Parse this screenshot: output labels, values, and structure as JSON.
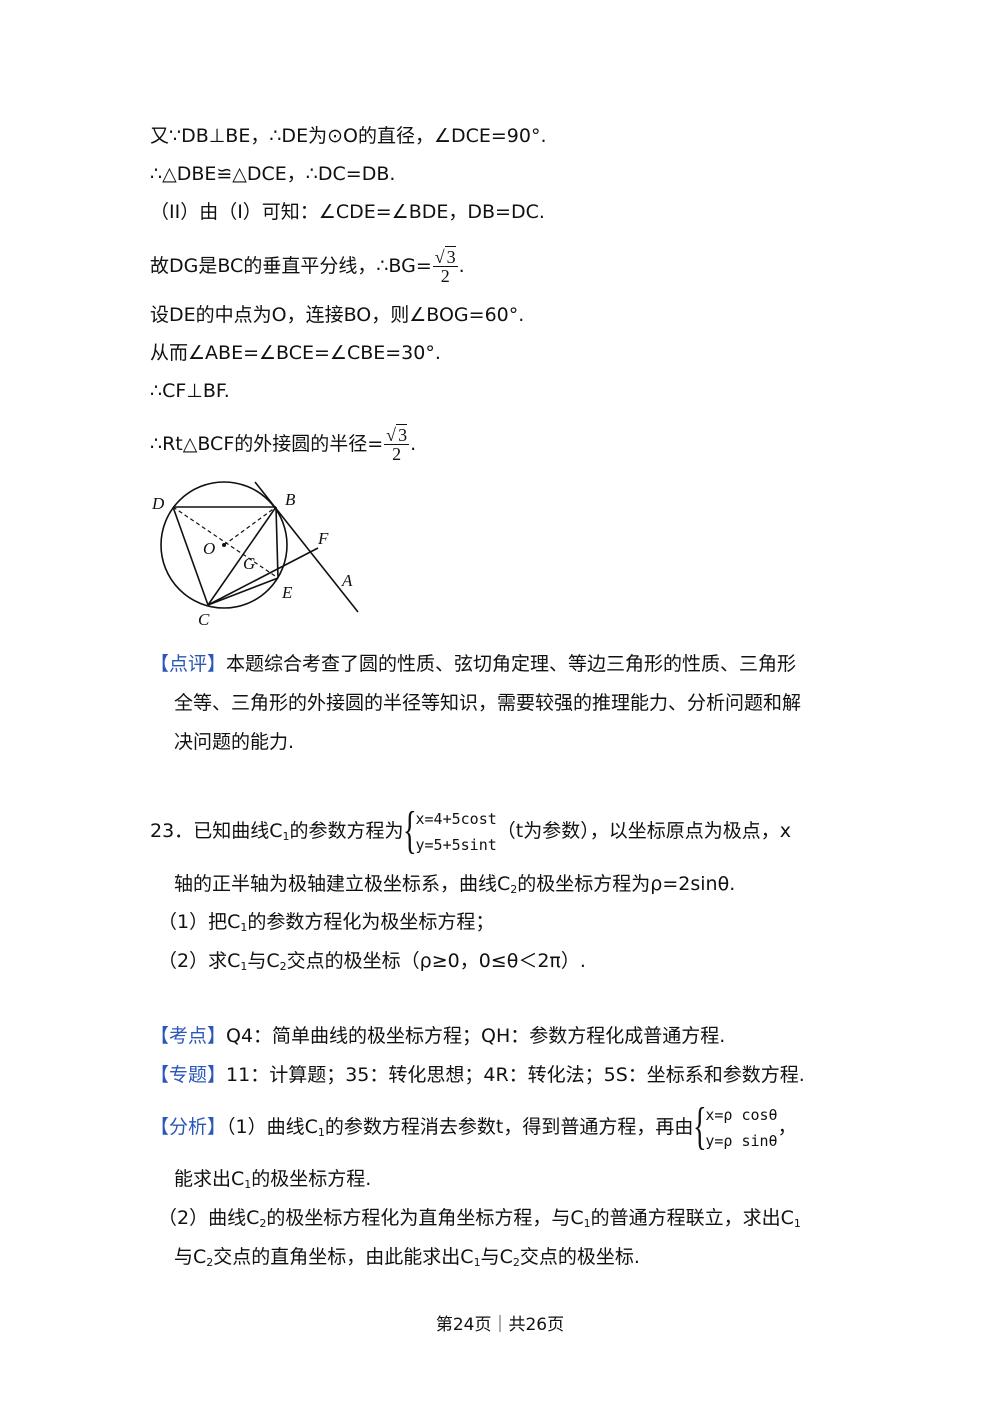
{
  "lines": {
    "l1": "又∵DB⊥BE，∴DE为⊙O的直径，∠DCE=90°.",
    "l2": "∴△DBE≌△DCE，∴DC=DB.",
    "l3": "（II）由（I）可知：∠CDE=∠BDE，DB=DC.",
    "l4_pre": "故DG是BC的垂直平分线，∴BG=",
    "l4_post": ".",
    "l5": "设DE的中点为O，连接BO，则∠BOG=60°.",
    "l6": "从而∠ABE=∠BCE=∠CBE=30°.",
    "l7": "∴CF⊥BF.",
    "l8_pre": "∴Rt△BCF的外接圆的半径=",
    "l8_post": "."
  },
  "frac": {
    "num": "√3",
    "sqrt_sign": "√",
    "radicand": "3",
    "den": "2"
  },
  "figure_labels": {
    "D": "D",
    "B": "B",
    "O": "O",
    "F": "F",
    "G": "G",
    "A": "A",
    "E": "E",
    "C": "C"
  },
  "comment": {
    "tag": "【点评】",
    "line1": "本题综合考查了圆的性质、弦切角定理、等边三角形的性质、三角形",
    "line2": "全等、三角形的外接圆的半径等知识，需要较强的推理能力、分析问题和解",
    "line3": "决问题的能力."
  },
  "q23": {
    "number": "23．",
    "pre": "已知曲线C",
    "pre_sub": "1",
    "pre2": "的参数方程为",
    "sys_x": "x=4+5cost",
    "sys_y": "y=5+5sint",
    "post": "（t为参数），以坐标原点为极点，x",
    "line2_pre": "轴的正半轴为极轴建立极坐标系，曲线C",
    "line2_sub": "2",
    "line2_post": "的极坐标方程为ρ=2sinθ.",
    "p1_pre": "（1）把C",
    "p1_sub": "1",
    "p1_post": "的参数方程化为极坐标方程；",
    "p2_pre": "（2）求C",
    "p2_sub1": "1",
    "p2_mid": "与C",
    "p2_sub2": "2",
    "p2_post": "交点的极坐标（ρ≥0，0≤θ＜2π）."
  },
  "kaodian": {
    "tag": "【考点】",
    "text": "Q4：简单曲线的极坐标方程；QH：参数方程化成普通方程."
  },
  "zhuanti": {
    "tag": "【专题】",
    "text": "11：计算题；35：转化思想；4R：转化法；5S：坐标系和参数方程."
  },
  "fenxi": {
    "tag": "【分析】",
    "a_pre": "（1）曲线C",
    "a_sub": "1",
    "a_post": "的参数方程消去参数t，得到普通方程，再由",
    "sys_x": "x=ρ cosθ",
    "sys_y": "y=ρ sinθ",
    "a_end": "，",
    "b_pre": "能求出C",
    "b_sub": "1",
    "b_post": "的极坐标方程.",
    "c_pre": "（2）曲线C",
    "c_sub": "2",
    "c_mid": "的极坐标方程化为直角坐标方程，与C",
    "c_sub2": "1",
    "c_post": "的普通方程联立，求出C",
    "c_sub3": "1",
    "d_pre": "与C",
    "d_sub": "2",
    "d_mid": "交点的直角坐标，由此能求出C",
    "d_sub2": "1",
    "d_mid2": "与C",
    "d_sub3": "2",
    "d_post": "交点的极坐标."
  },
  "footer": {
    "text": "第24页｜共26页"
  },
  "colors": {
    "tag": "#2a57b8",
    "text": "#111111"
  }
}
